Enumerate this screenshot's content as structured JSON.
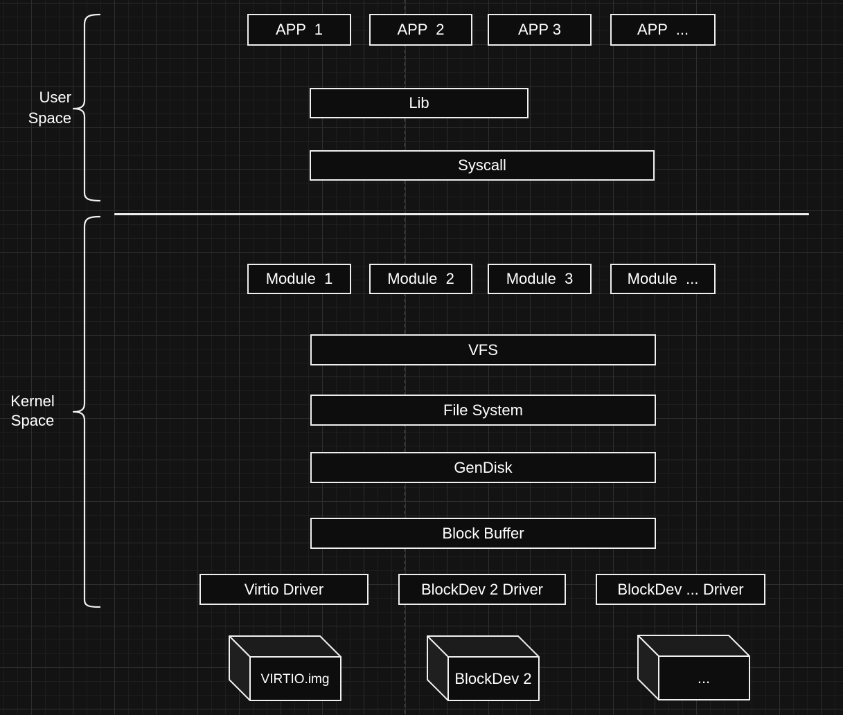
{
  "colors": {
    "canvas_background": "#131313",
    "grid_minor": "#1e1e1e",
    "grid_major": "#2e2e2e",
    "box_border": "#efefef",
    "box_fill": "#0d0d0d",
    "text": "#ffffff",
    "divider": "#f0f0f0",
    "dashed_guide": "#525252"
  },
  "user_space": {
    "label_lines": [
      "User",
      "Space"
    ],
    "apps": [
      "APP  1",
      "APP  2",
      "APP 3",
      "APP  ..."
    ],
    "lib": "Lib",
    "syscall": "Syscall"
  },
  "kernel_space": {
    "label_lines": [
      "Kernel",
      "Space"
    ],
    "modules": [
      "Module  1",
      "Module  2",
      "Module  3",
      "Module  ..."
    ],
    "layers": [
      "VFS",
      "File System",
      "GenDisk",
      "Block Buffer"
    ],
    "drivers": [
      "Virtio Driver",
      "BlockDev 2 Driver",
      "BlockDev ... Driver"
    ]
  },
  "devices": [
    "VIRTIO.img",
    "BlockDev 2",
    "..."
  ]
}
